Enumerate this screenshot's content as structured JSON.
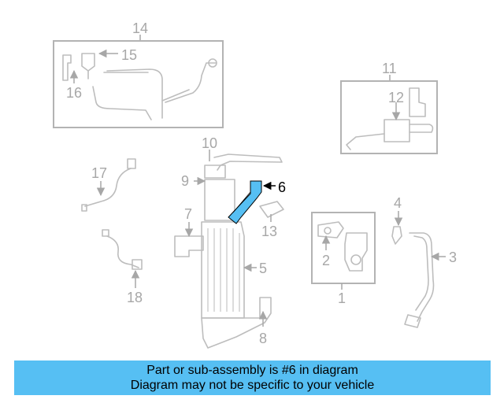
{
  "diagram": {
    "part_labels": [
      "14",
      "15",
      "16",
      "11",
      "12",
      "10",
      "9",
      "17",
      "7",
      "6",
      "13",
      "4",
      "5",
      "2",
      "3",
      "1",
      "18",
      "8"
    ],
    "highlighted_part": "6",
    "highlight_color": "#56bff3",
    "line_color": "#bdbdbd",
    "label_color": "#a7a7a7"
  },
  "banner": {
    "line1": "Part or sub-assembly is #6 in diagram",
    "line2": "Diagram may not be specific to your vehicle",
    "background": "#56bff3"
  }
}
